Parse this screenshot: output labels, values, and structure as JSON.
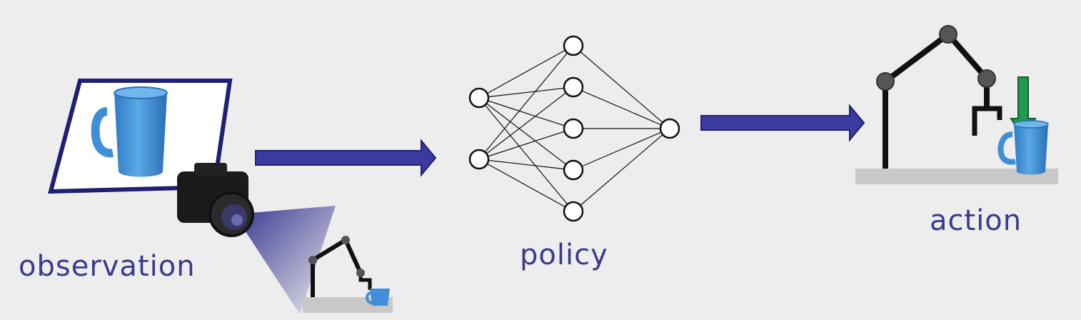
{
  "labels": {
    "observation": "observation",
    "policy": "policy",
    "action": "action"
  },
  "colors": {
    "background": "#ededed",
    "label_text": "#3b3a8c",
    "arrow_fill": "#3a3aa0",
    "arrow_outline": "#1f2070",
    "mug_blue": "#3f8fd6",
    "mug_light": "#6fb6ee",
    "robot_joint": "#555555",
    "robot_arm": "#111111",
    "table": "#c8c8c8",
    "action_arrow": "#1f9a4f",
    "camera_body": "#1a1a1a",
    "camera_beam": "#2a2a8c",
    "node_stroke": "#111111",
    "node_fill": "#ffffff"
  },
  "icons": [
    "mug-icon",
    "camera-icon",
    "robot-arm-icon",
    "neural-network-icon"
  ],
  "network": {
    "layers": [
      2,
      5,
      1
    ]
  }
}
